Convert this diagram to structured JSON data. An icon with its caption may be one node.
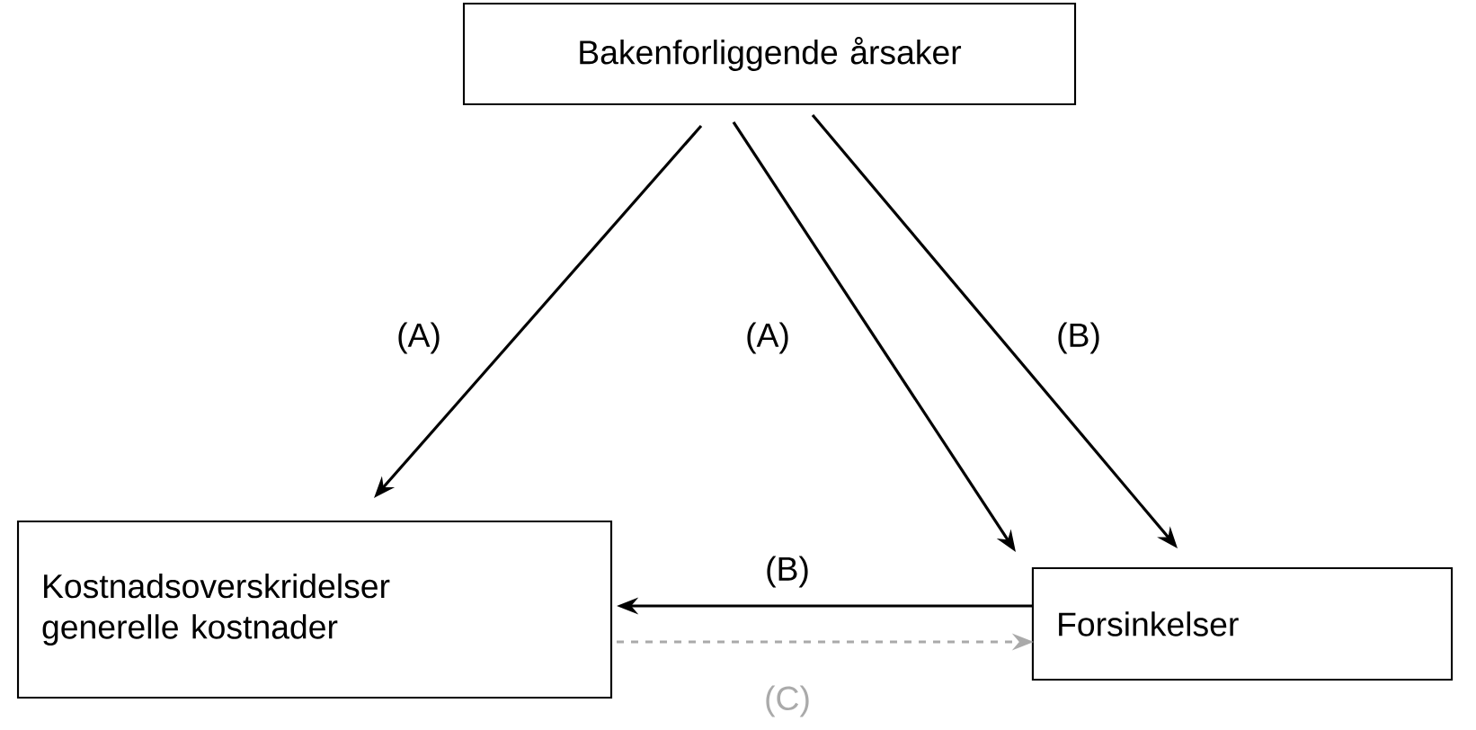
{
  "diagram": {
    "nodes": [
      {
        "text": [
          "Bakenforliggende årsaker"
        ]
      },
      {
        "text": [
          "Kostnadsoverskridelser generelle kostnader"
        ]
      },
      {
        "text": [
          "Forsinkelser"
        ]
      }
    ],
    "edges": [
      {
        "from": 0,
        "to": 1,
        "arrow": "to",
        "label": "(A)"
      },
      {
        "from": 0,
        "to": 2,
        "arrow": "to",
        "label": "(A)"
      },
      {
        "from": 0,
        "to": 2,
        "arrow": "to",
        "label": "(B)"
      },
      {
        "from": 2,
        "to": 1,
        "arrow": "to",
        "label": "(B)"
      },
      {
        "from": 1,
        "to": 2,
        "arrow": "to",
        "label": "(C)",
        "style": "dashed",
        "color": "#aaaaaa"
      }
    ]
  }
}
